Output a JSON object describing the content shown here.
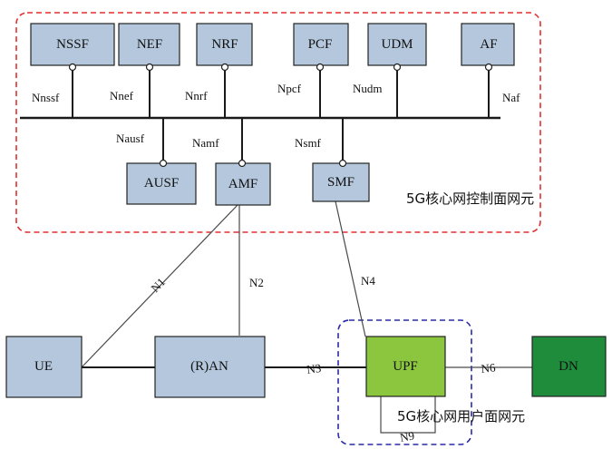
{
  "network_functions": {
    "nssf": "NSSF",
    "nef": "NEF",
    "nrf": "NRF",
    "pcf": "PCF",
    "udm": "UDM",
    "af": "AF",
    "ausf": "AUSF",
    "amf": "AMF",
    "smf": "SMF",
    "ue": "UE",
    "ran": "(R)AN",
    "upf": "UPF",
    "dn": "DN"
  },
  "interfaces": {
    "nnssf": "Nnssf",
    "nnef": "Nnef",
    "nnrf": "Nnrf",
    "npcf": "Npcf",
    "nudm": "Nudm",
    "naf": "Naf",
    "nausf": "Nausf",
    "namf": "Namf",
    "nsmf": "Nsmf",
    "n1": "N1",
    "n2": "N2",
    "n3": "N3",
    "n4": "N4",
    "n6": "N6",
    "n9": "N9"
  },
  "regions": {
    "control_plane": "5G核心网控制面网元",
    "user_plane": "5G核心网用户面网元"
  },
  "colors": {
    "nf_fill": "#b4c7dc",
    "upf_fill": "#8cc63f",
    "dn_fill": "#1e8c3a",
    "control_plane_border": "#e03030",
    "user_plane_border": "#2a2aa8"
  }
}
